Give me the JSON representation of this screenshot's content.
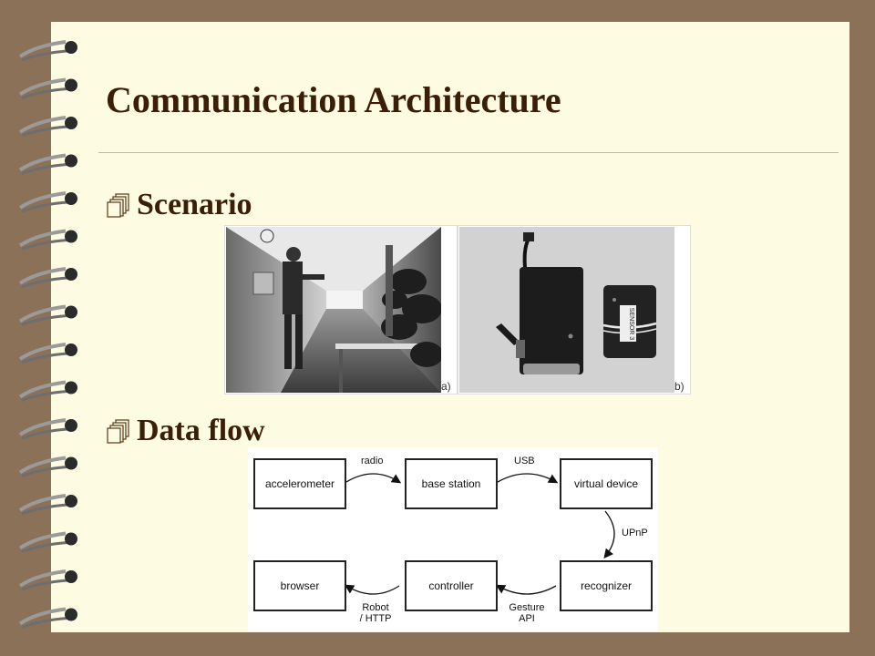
{
  "slide": {
    "title": "Communication Architecture",
    "bullets": [
      {
        "label": "Scenario"
      },
      {
        "label": "Data flow"
      }
    ]
  },
  "figures": {
    "scenario_photo_a_tag": "a)",
    "scenario_photo_b_tag": "b)",
    "sensor_label": "SENSOR 3"
  },
  "data_flow": {
    "nodes": {
      "accelerometer": "accelerometer",
      "base_station": "base station",
      "virtual_device": "virtual device",
      "recognizer": "recognizer",
      "controller": "controller",
      "browser": "browser"
    },
    "edges": {
      "radio": "radio",
      "usb": "USB",
      "upnp": "UPnP",
      "gesture_api_1": "Gesture",
      "gesture_api_2": "API",
      "robot_http_1": "Robot",
      "robot_http_2": "/ HTTP"
    }
  },
  "colors": {
    "background": "#8b7157",
    "page": "#fdfbe2",
    "title": "#3a1e08"
  },
  "icons": {
    "binding_rings": "spiral-binding",
    "bullet": "notebook-stack-icon"
  }
}
